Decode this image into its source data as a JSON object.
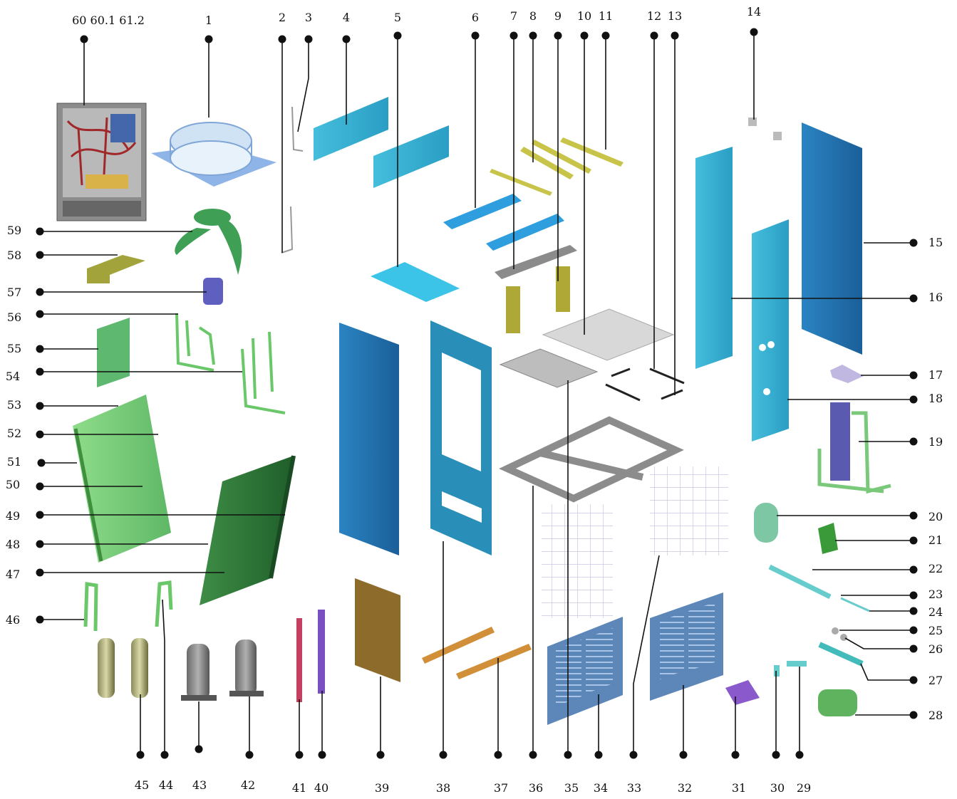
{
  "callouts": {
    "c60": "60 60.1 61.2",
    "c1": "1",
    "c2": "2",
    "c3": "3",
    "c4": "4",
    "c5": "5",
    "c6": "6",
    "c7": "7",
    "c8": "8",
    "c9": "9",
    "c10": "10",
    "c11": "11",
    "c12": "12",
    "c13": "13",
    "c14": "14",
    "c15": "15",
    "c16": "16",
    "c17": "17",
    "c18": "18",
    "c19": "19",
    "c20": "20",
    "c21": "21",
    "c22": "22",
    "c23": "23",
    "c24": "24",
    "c25": "25",
    "c26": "26",
    "c27": "27",
    "c28": "28",
    "c29": "29",
    "c30": "30",
    "c31": "31",
    "c32": "32",
    "c33": "33",
    "c34": "34",
    "c35": "35",
    "c36": "36",
    "c37": "37",
    "c38": "38",
    "c39": "39",
    "c40": "40",
    "c41": "41",
    "c42": "42",
    "c43": "43",
    "c44": "44",
    "c45": "45",
    "c46": "46",
    "c47": "47",
    "c48": "48",
    "c49": "49",
    "c50": "50",
    "c51": "51",
    "c52": "52",
    "c53": "53",
    "c54": "54",
    "c55": "55",
    "c56": "56",
    "c57": "57",
    "c58": "58",
    "c59": "59"
  },
  "colors": {
    "panel_light": "#3fb7d6",
    "panel_dark": "#1f6fae",
    "coil_light": "#7fd07f",
    "coil_dark": "#2f7a3a",
    "frame_grey": "#b5b5b5",
    "yellow_rail": "#c8c44a",
    "control_box": "#8a8a8a"
  }
}
